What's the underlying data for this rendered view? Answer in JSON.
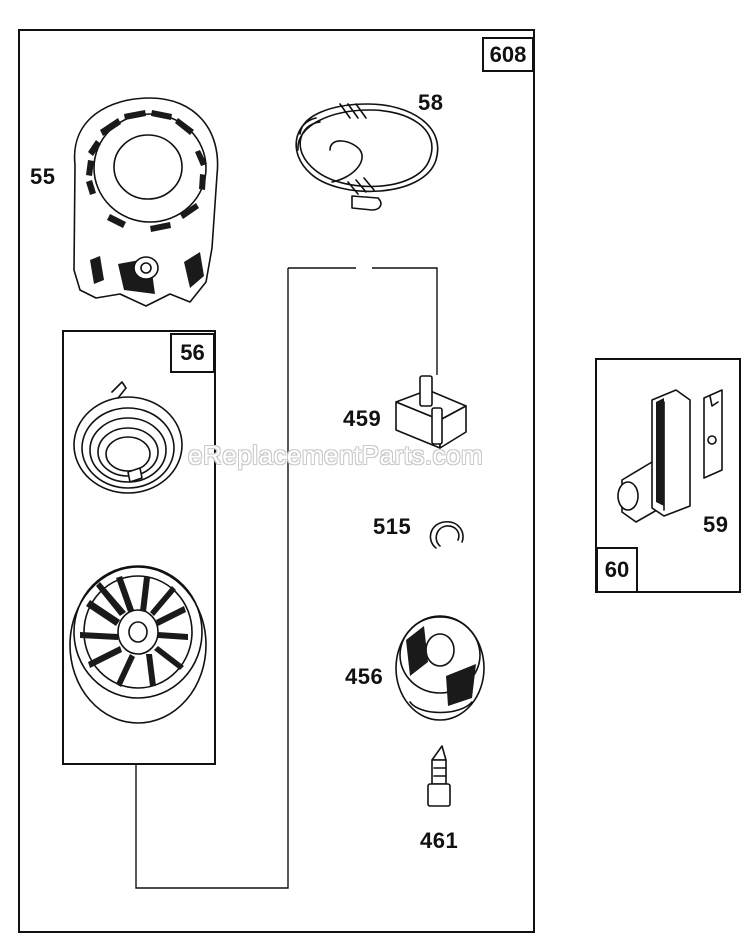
{
  "diagram": {
    "watermark": "eReplacementParts.com",
    "main_group": {
      "ref": "608"
    },
    "starter_group": {
      "ref": "56"
    },
    "handle_group": {
      "ref": "60"
    },
    "parts": {
      "housing": "55",
      "rope": "58",
      "spring": "56",
      "pulley": "56",
      "pawl": "459",
      "retainer": "515",
      "cup": "456",
      "screw": "461",
      "handle": "59"
    }
  }
}
